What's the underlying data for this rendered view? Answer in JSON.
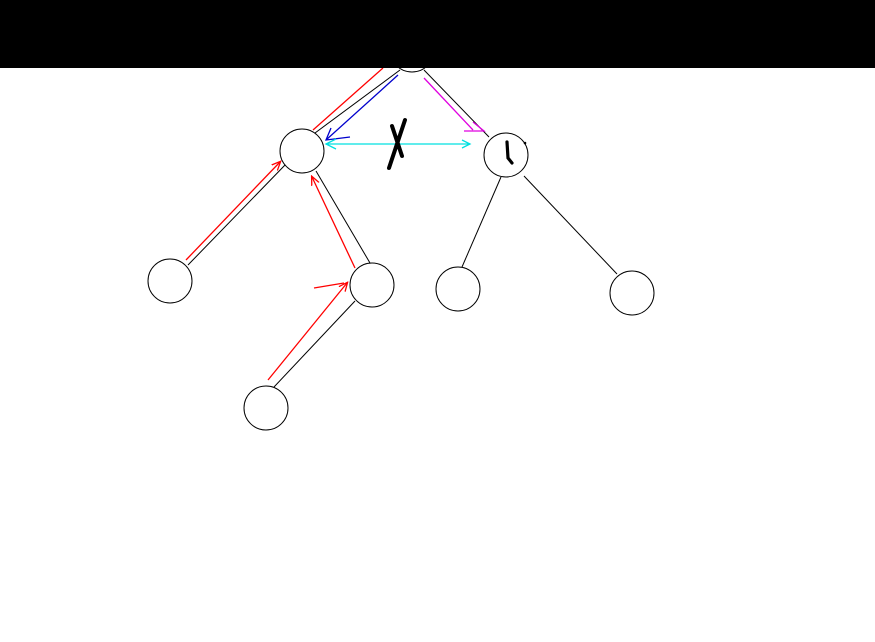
{
  "diagram": {
    "type": "tree",
    "nodes": [
      {
        "id": "root",
        "label": ""
      },
      {
        "id": "left",
        "label": ""
      },
      {
        "id": "right",
        "label": "1"
      },
      {
        "id": "left-left",
        "label": ""
      },
      {
        "id": "left-right",
        "label": ""
      },
      {
        "id": "left-right-child",
        "label": ""
      },
      {
        "id": "right-left",
        "label": ""
      },
      {
        "id": "right-right",
        "label": ""
      }
    ],
    "edges": [
      {
        "from": "root",
        "to": "left"
      },
      {
        "from": "root",
        "to": "right"
      },
      {
        "from": "left",
        "to": "left-left"
      },
      {
        "from": "left",
        "to": "left-right"
      },
      {
        "from": "left-right",
        "to": "left-right-child"
      },
      {
        "from": "right",
        "to": "right-left"
      },
      {
        "from": "right",
        "to": "right-right"
      }
    ],
    "annotations": {
      "cross_mark": "X",
      "colors": {
        "header": "#000000",
        "edge": "#000000",
        "red_path": "#ff0000",
        "blue_arrow": "#0000cc",
        "magenta_arrow": "#e000e0",
        "cyan_link": "#00e0e0"
      }
    }
  }
}
